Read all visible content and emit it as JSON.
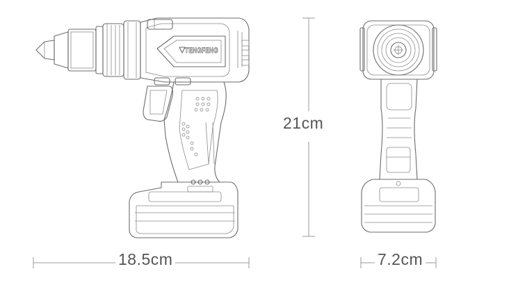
{
  "dimensions": {
    "height": "21cm",
    "length": "18.5cm",
    "width": "7.2cm"
  },
  "logo": {
    "brand_text": "TENGFENG"
  },
  "colors": {
    "line": "#6b6b6b",
    "dimension_text": "#555555",
    "background": "#ffffff"
  }
}
